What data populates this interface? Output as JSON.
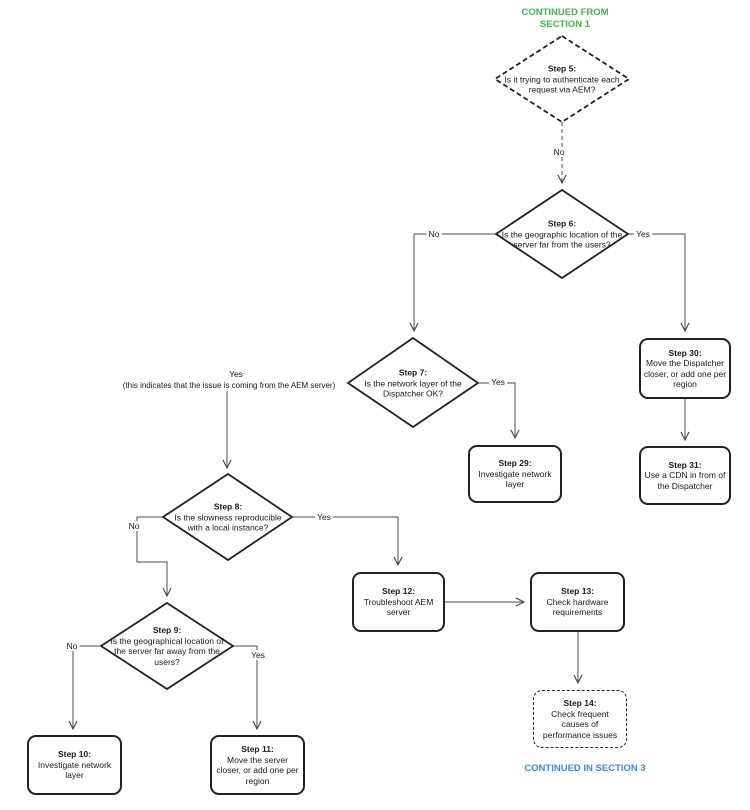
{
  "header": {
    "continued_from": "CONTINUED FROM\nSECTION 1"
  },
  "footer": {
    "continued_in": "CONTINUED IN SECTION 3"
  },
  "colors": {
    "section_from_green": "#4caf50",
    "section_in_blue": "#4285f4",
    "shape_stroke": "#222222",
    "connector": "#4d4d4d",
    "text": "#1a1a1a",
    "background": "#ffffff"
  },
  "nodes": {
    "step5": {
      "title": "Step 5:",
      "text": "Is it trying to authenticate each\nrequest via AEM?"
    },
    "step6": {
      "title": "Step 6:",
      "text": "Is the geographic location of the\nserver far from the users?"
    },
    "step7": {
      "title": "Step 7:",
      "text": "Is the network layer of the\nDispatcher OK?"
    },
    "step8": {
      "title": "Step 8:",
      "text": "Is the slowness reproducible\nwith a local instance?"
    },
    "step9": {
      "title": "Step 9:",
      "text": "Is the geographical location of\nthe server far away from the\nusers?"
    },
    "step10": {
      "title": "Step 10:",
      "text": "Investigate network\nlayer"
    },
    "step11": {
      "title": "Step 11:",
      "text": "Move the server\ncloser, or add one per\nregion"
    },
    "step12": {
      "title": "Step 12:",
      "text": "Troubleshoot AEM\nserver"
    },
    "step13": {
      "title": "Step 13:",
      "text": "Check hardware\nrequirements"
    },
    "step14": {
      "title": "Step 14:",
      "text": "Check frequent\ncauses of\nperformance issues"
    },
    "step29": {
      "title": "Step 29:",
      "text": "Investigate network\nlayer"
    },
    "step30": {
      "title": "Step 30:",
      "text": "Move the Dispatcher\ncloser, or add one per\nregion"
    },
    "step31": {
      "title": "Step 31:",
      "text": "Use a CDN in from of\nthe Dispatcher"
    }
  },
  "edge_labels": {
    "step5_no": "No",
    "step6_no": "No",
    "step6_yes": "Yes",
    "step7_yes": "Yes",
    "step7_yes_down": "Yes",
    "step7_yes_note": "(this indicates that the issue is coming from the AEM server)",
    "step8_no": "No",
    "step8_yes": "Yes",
    "step9_no": "No",
    "step9_yes": "Yes"
  }
}
